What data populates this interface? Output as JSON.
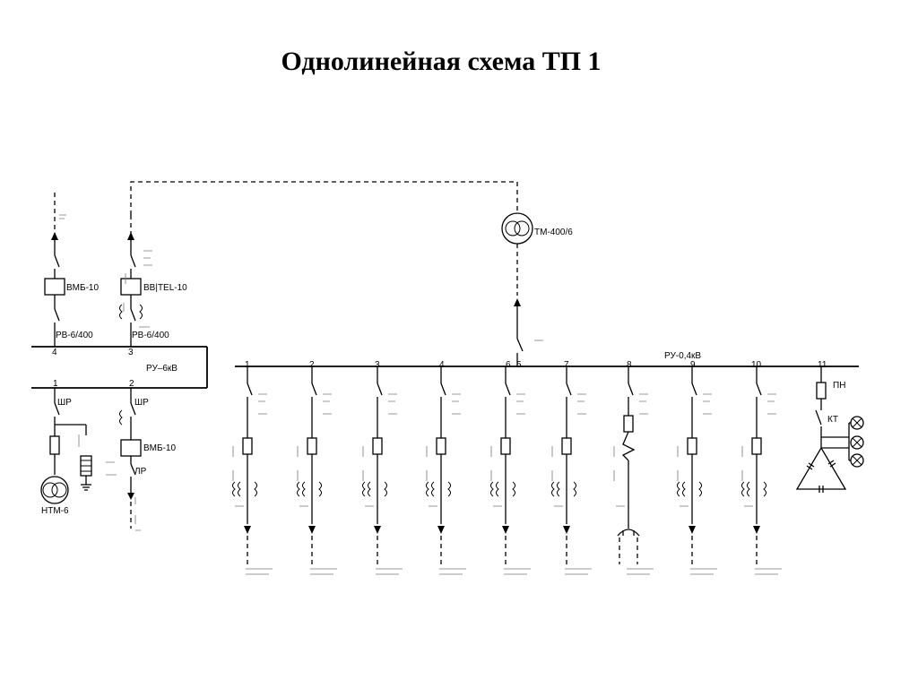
{
  "title": "Однолинейная схема ТП 1",
  "hv": {
    "feeder_left": {
      "breaker": "ВМБ-10",
      "disconnector": "РВ-6/400",
      "number": "4"
    },
    "feeder_right": {
      "breaker": "ВВ|TEL-10",
      "disconnector": "РВ-6/400",
      "number": "3"
    },
    "bus": "РУ–6кВ",
    "outgoing_left": {
      "number": "1",
      "switch": "ШР",
      "transformer": "НТМ-6"
    },
    "outgoing_right": {
      "number": "2",
      "switch": "ШР",
      "breaker": "ВМБ-10",
      "disconnector": "ЛР"
    }
  },
  "transformer": {
    "label": "ТМ-400/6"
  },
  "lv": {
    "bus": "РУ-0,4кВ",
    "feeder_numbers": [
      "1",
      "2",
      "3",
      "4",
      "6",
      "5",
      "7",
      "8",
      "9",
      "10",
      "11"
    ],
    "capacitor": {
      "fuse": "ПН",
      "contactor": "КТ"
    }
  },
  "colors": {
    "line": "#000000",
    "background": "#ffffff"
  }
}
